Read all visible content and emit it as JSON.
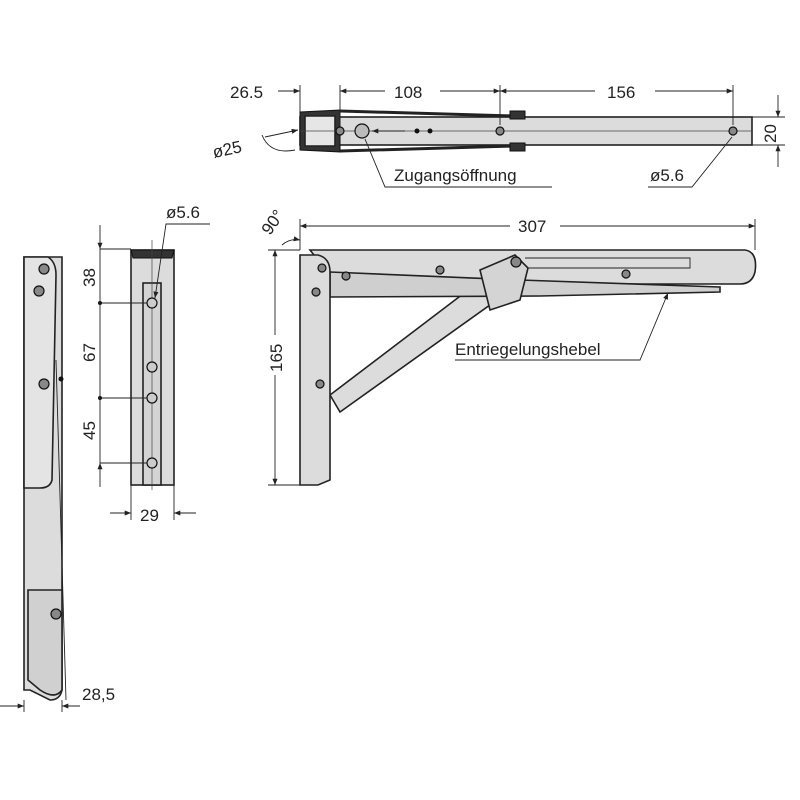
{
  "colors": {
    "part_fill": "#dcdcdc",
    "line": "#222222"
  },
  "top_view": {
    "dim_left": "26.5",
    "dim_mid": "108",
    "dim_right": "156",
    "dim_height": "20",
    "dia_left": "ø25",
    "access_label": "Zugangsöffnung",
    "hole_dia": "ø5.6"
  },
  "side_view": {
    "hole_dia": "ø5.6",
    "dim_38": "38",
    "dim_67": "67",
    "dim_45": "45",
    "dim_width": "29",
    "dim_folded": "28,5"
  },
  "front_view": {
    "angle": "90°",
    "dim_length": "307",
    "dim_height": "165",
    "lever_label": "Entriegelungshebel"
  }
}
